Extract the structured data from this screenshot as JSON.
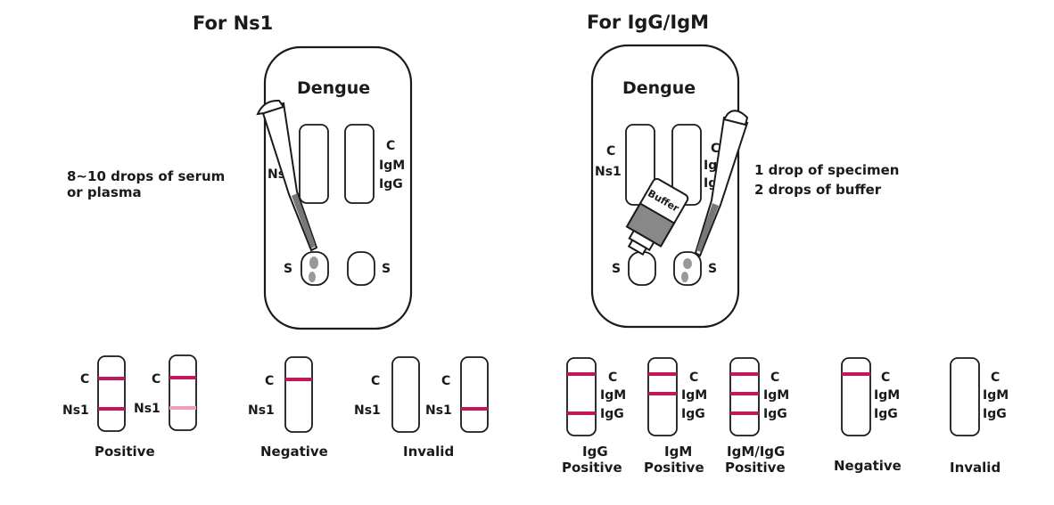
{
  "colors": {
    "line": "#c2185b",
    "faint_line": "#ef9ec0",
    "ink": "#1a1a1a"
  },
  "ns1": {
    "title": "For Ns1",
    "cassette": {
      "name": "Dengue",
      "label_ns1": "Ns1",
      "label_c": "C",
      "label_igm": "IgM",
      "label_igg": "IgG",
      "well_1": "S",
      "well_2": "S"
    },
    "instruction_1": "8~10 drops of serum",
    "instruction_2": "or plasma",
    "results": [
      {
        "c": "C",
        "t": "Ns1"
      },
      {
        "c": "C",
        "t": "Ns1"
      },
      {
        "c": "C",
        "t": "Ns1"
      },
      {
        "c": "C",
        "t": "Ns1"
      },
      {
        "c": "C",
        "t": "Ns1"
      }
    ],
    "captions": {
      "positive": "Positive",
      "negative": "Negative",
      "invalid": "Invalid"
    }
  },
  "igg_igm": {
    "title": "For IgG/IgM",
    "cassette": {
      "name": "Dengue",
      "label_c": "C",
      "label_ns1": "Ns1",
      "label_c2": "C",
      "label_igm": "IgM",
      "label_igg": "IgG",
      "well_1": "S",
      "well_2": "S",
      "bottle": "Buffer"
    },
    "instruction_1": "1 drop of specimen",
    "instruction_2": "2 drops of buffer",
    "results": [
      {
        "c": "C",
        "igm": "IgM",
        "igg": "IgG",
        "caption_1": "IgG",
        "caption_2": "Positive"
      },
      {
        "c": "C",
        "igm": "IgM",
        "igg": "IgG",
        "caption_1": "IgM",
        "caption_2": "Positive"
      },
      {
        "c": "C",
        "igm": "IgM",
        "igg": "IgG",
        "caption_1": "IgM/IgG",
        "caption_2": "Positive"
      },
      {
        "c": "C",
        "igm": "IgM",
        "igg": "IgG",
        "caption_1": "Negative",
        "caption_2": ""
      },
      {
        "c": "C",
        "igm": "IgM",
        "igg": "IgG",
        "caption_1": "Invalid",
        "caption_2": ""
      }
    ]
  }
}
